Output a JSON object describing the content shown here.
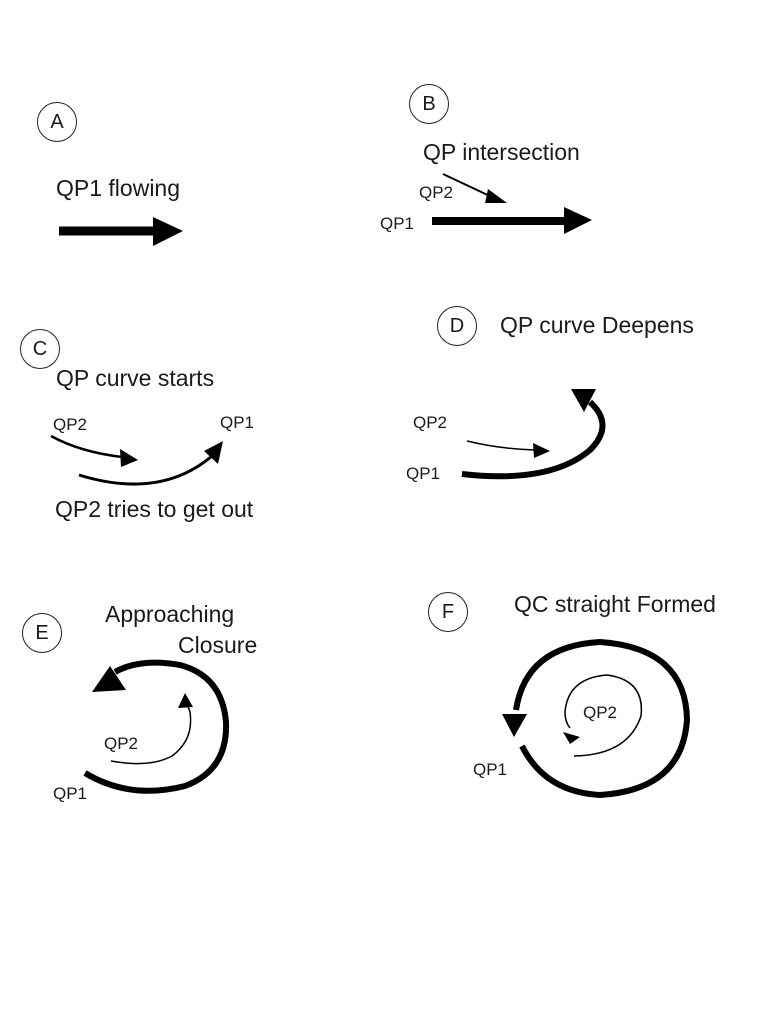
{
  "figure": {
    "ink_color": "#000000",
    "background": "#ffffff",
    "panels": [
      {
        "id": "A",
        "badge": "A",
        "title": "QP1 flowing",
        "labels": []
      },
      {
        "id": "B",
        "badge": "B",
        "title": "QP intersection",
        "labels": [
          "QP2",
          "QP1"
        ]
      },
      {
        "id": "C",
        "badge": "C",
        "title": "QP curve starts",
        "labels": [
          "QP2",
          "QP1"
        ],
        "caption": "QP2 tries to get out"
      },
      {
        "id": "D",
        "badge": "D",
        "title": "QP curve Deepens",
        "labels": [
          "QP2",
          "QP1"
        ]
      },
      {
        "id": "E",
        "badge": "E",
        "title_lines": [
          "Approaching",
          "Closure"
        ],
        "labels": [
          "QP2",
          "QP1"
        ]
      },
      {
        "id": "F",
        "badge": "F",
        "title": "QC straight Formed",
        "labels": [
          "QP2",
          "QP1"
        ]
      }
    ]
  }
}
